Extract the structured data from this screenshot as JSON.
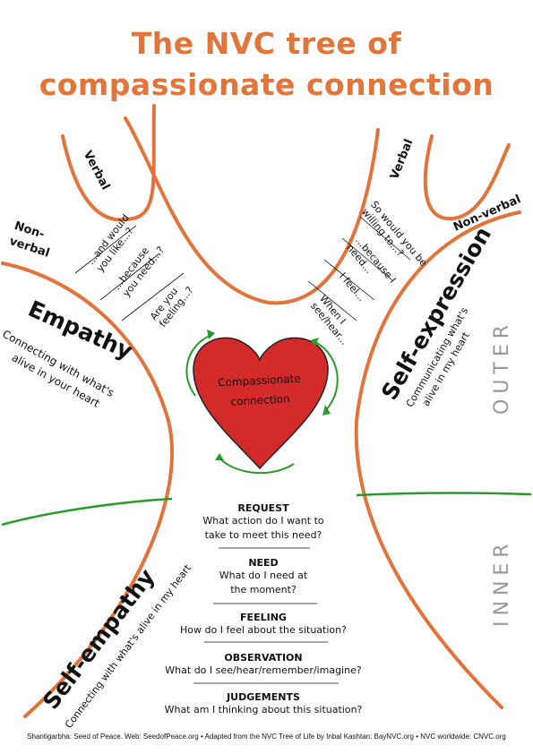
{
  "title": {
    "line1": "The NVC tree of",
    "line2": "compassionate connection"
  },
  "heart": {
    "label_line1": "Compassionate",
    "label_line2": "connection"
  },
  "branches": {
    "left": {
      "verbal": "Verbal",
      "nonverbal_line1": "Non-",
      "nonverbal_line2": "verbal",
      "phrases": [
        [
          "...and would",
          "you like...?"
        ],
        [
          "...because",
          "you need...?"
        ],
        [
          "Are you",
          "feeling...?"
        ]
      ]
    },
    "right": {
      "verbal": "Verbal",
      "nonverbal": "Non-verbal",
      "phrases": [
        [
          "So would you be",
          "willing to...?"
        ],
        [
          "...because I",
          "need..."
        ],
        [
          "I feel..."
        ],
        [
          "When I",
          "see/hear..."
        ]
      ]
    }
  },
  "sections": {
    "empathy": {
      "title": "Empathy",
      "line1": "Connecting with what's",
      "line2": "alive in your heart"
    },
    "self_expression": {
      "title": "Self-expression",
      "line1": "Communicating what's",
      "line2": "alive in my heart"
    },
    "self_empathy": {
      "title": "Self-empathy",
      "subtitle": "Connecting with what's alive in my heart"
    }
  },
  "zones": {
    "outer": "OUTER",
    "inner": "INNER"
  },
  "steps": [
    {
      "heading": "REQUEST",
      "lines": [
        "What action do I want to",
        "take to meet this need?"
      ]
    },
    {
      "heading": "NEED",
      "lines": [
        "What do I need at",
        "the moment?"
      ]
    },
    {
      "heading": "FEELING",
      "lines": [
        "How do I feel about the situation?"
      ]
    },
    {
      "heading": "OBSERVATION",
      "lines": [
        "What do I see/hear/remember/imagine?"
      ]
    },
    {
      "heading": "JUDGEMENTS",
      "lines": [
        "What am I thinking about this situation?"
      ]
    }
  ],
  "footer": "Shantigarbha: Seed of Peace. Web: SeedofPeace.org • Adapted from the NVC Tree of Life by Inbal Kashtan: BayNVC.org • NVC worldwide: CNVC.org",
  "colors": {
    "branch": "#e2733a",
    "ground": "#2a9a2a",
    "heart_fill": "#d42a2a",
    "arrows": "#2a9a2a",
    "title": "#e2753a",
    "zone_text": "#999999"
  }
}
